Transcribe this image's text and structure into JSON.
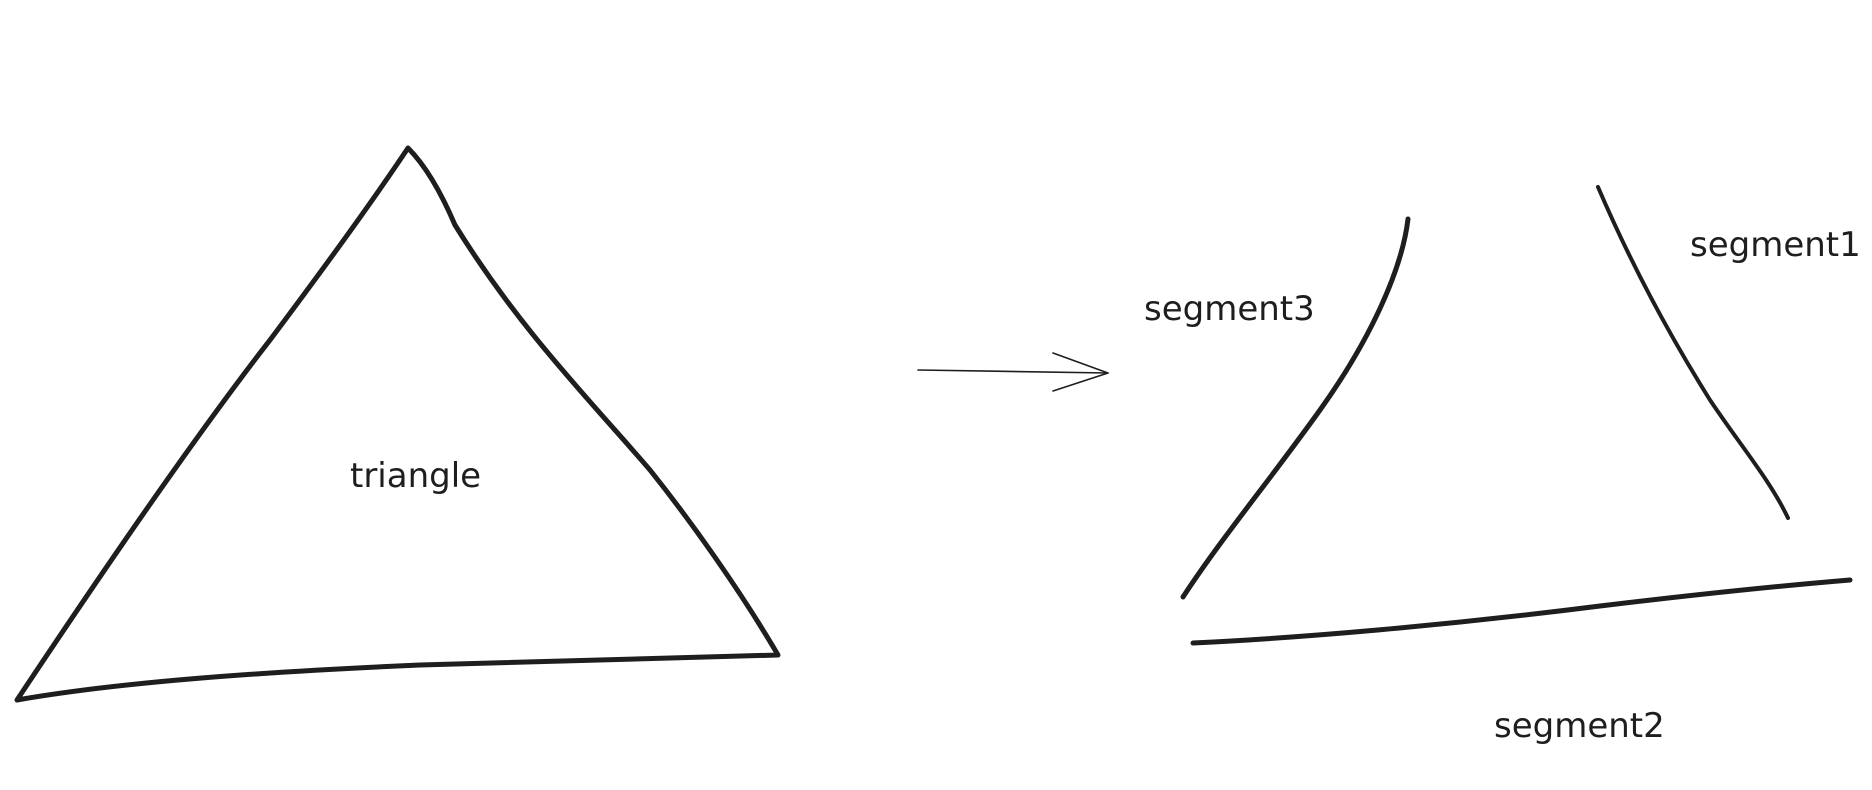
{
  "colors": {
    "ink": "#1e1e1e",
    "background": "#ffffff"
  },
  "diagram": {
    "left_shape": {
      "label": "triangle"
    },
    "arrow": {
      "direction": "right"
    },
    "right_segments": [
      {
        "label": "segment3"
      },
      {
        "label": "segment1"
      },
      {
        "label": "segment2"
      }
    ]
  }
}
